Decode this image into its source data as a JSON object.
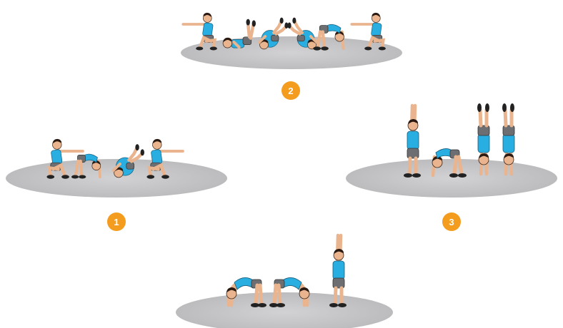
{
  "badges": {
    "group_1": "1",
    "group_2": "2",
    "group_3": "3"
  },
  "colors": {
    "badge": "#f39c1e",
    "mat": "#c8c8ca",
    "shirt": "#28aee0",
    "shorts": "#6d6e71",
    "skin": "#e9b48e"
  }
}
